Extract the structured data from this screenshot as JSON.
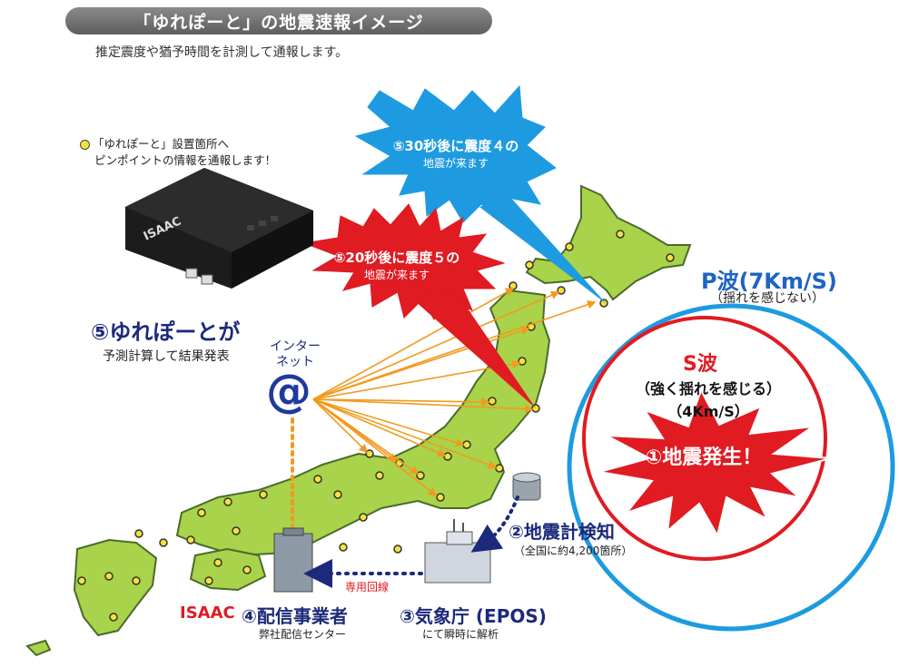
{
  "header": {
    "title": "「ゆれぽーと」の地震速報イメージ",
    "subtitle": "推定震度や猶予時間を計測して通報します。"
  },
  "device_note": {
    "line1": "「ゆれぽーと」設置箇所へ",
    "line2": "ピンポイントの情報を通報します！",
    "logo": "ISAAC"
  },
  "burst_blue": {
    "line1": "⑤30秒後に震度４の",
    "line2": "地震が来ます"
  },
  "burst_red": {
    "line1": "⑤20秒後に震度５の",
    "line2": "地震が来ます"
  },
  "step5": {
    "title": "⑤ゆれぽーとが",
    "desc": "予測計算して結果発表"
  },
  "internet": {
    "line1": "インター",
    "line2": "ネット",
    "symbol": "@"
  },
  "p_wave": {
    "label": "P波(7Km/S)",
    "desc": "（揺れを感じない）"
  },
  "s_wave": {
    "label": "S波",
    "desc": "（強く揺れを感じる）",
    "speed": "（4Km/S）"
  },
  "quake": {
    "label": "①地震発生！"
  },
  "step2": {
    "title": "②地震計検知",
    "desc": "（全国に約4,200箇所）"
  },
  "step3": {
    "title": "③気象庁 (EPOS)",
    "desc": "にて瞬時に解析"
  },
  "step4": {
    "logo": "ISAAC",
    "title": "④配信事業者",
    "desc": "弊社配信センター"
  },
  "line_label": "専用回線",
  "colors": {
    "map": "#a8d34a",
    "red": "#e01b22",
    "blue": "#1e9be0",
    "navy": "#1b2a7a",
    "arrow": "#f29a1e"
  }
}
